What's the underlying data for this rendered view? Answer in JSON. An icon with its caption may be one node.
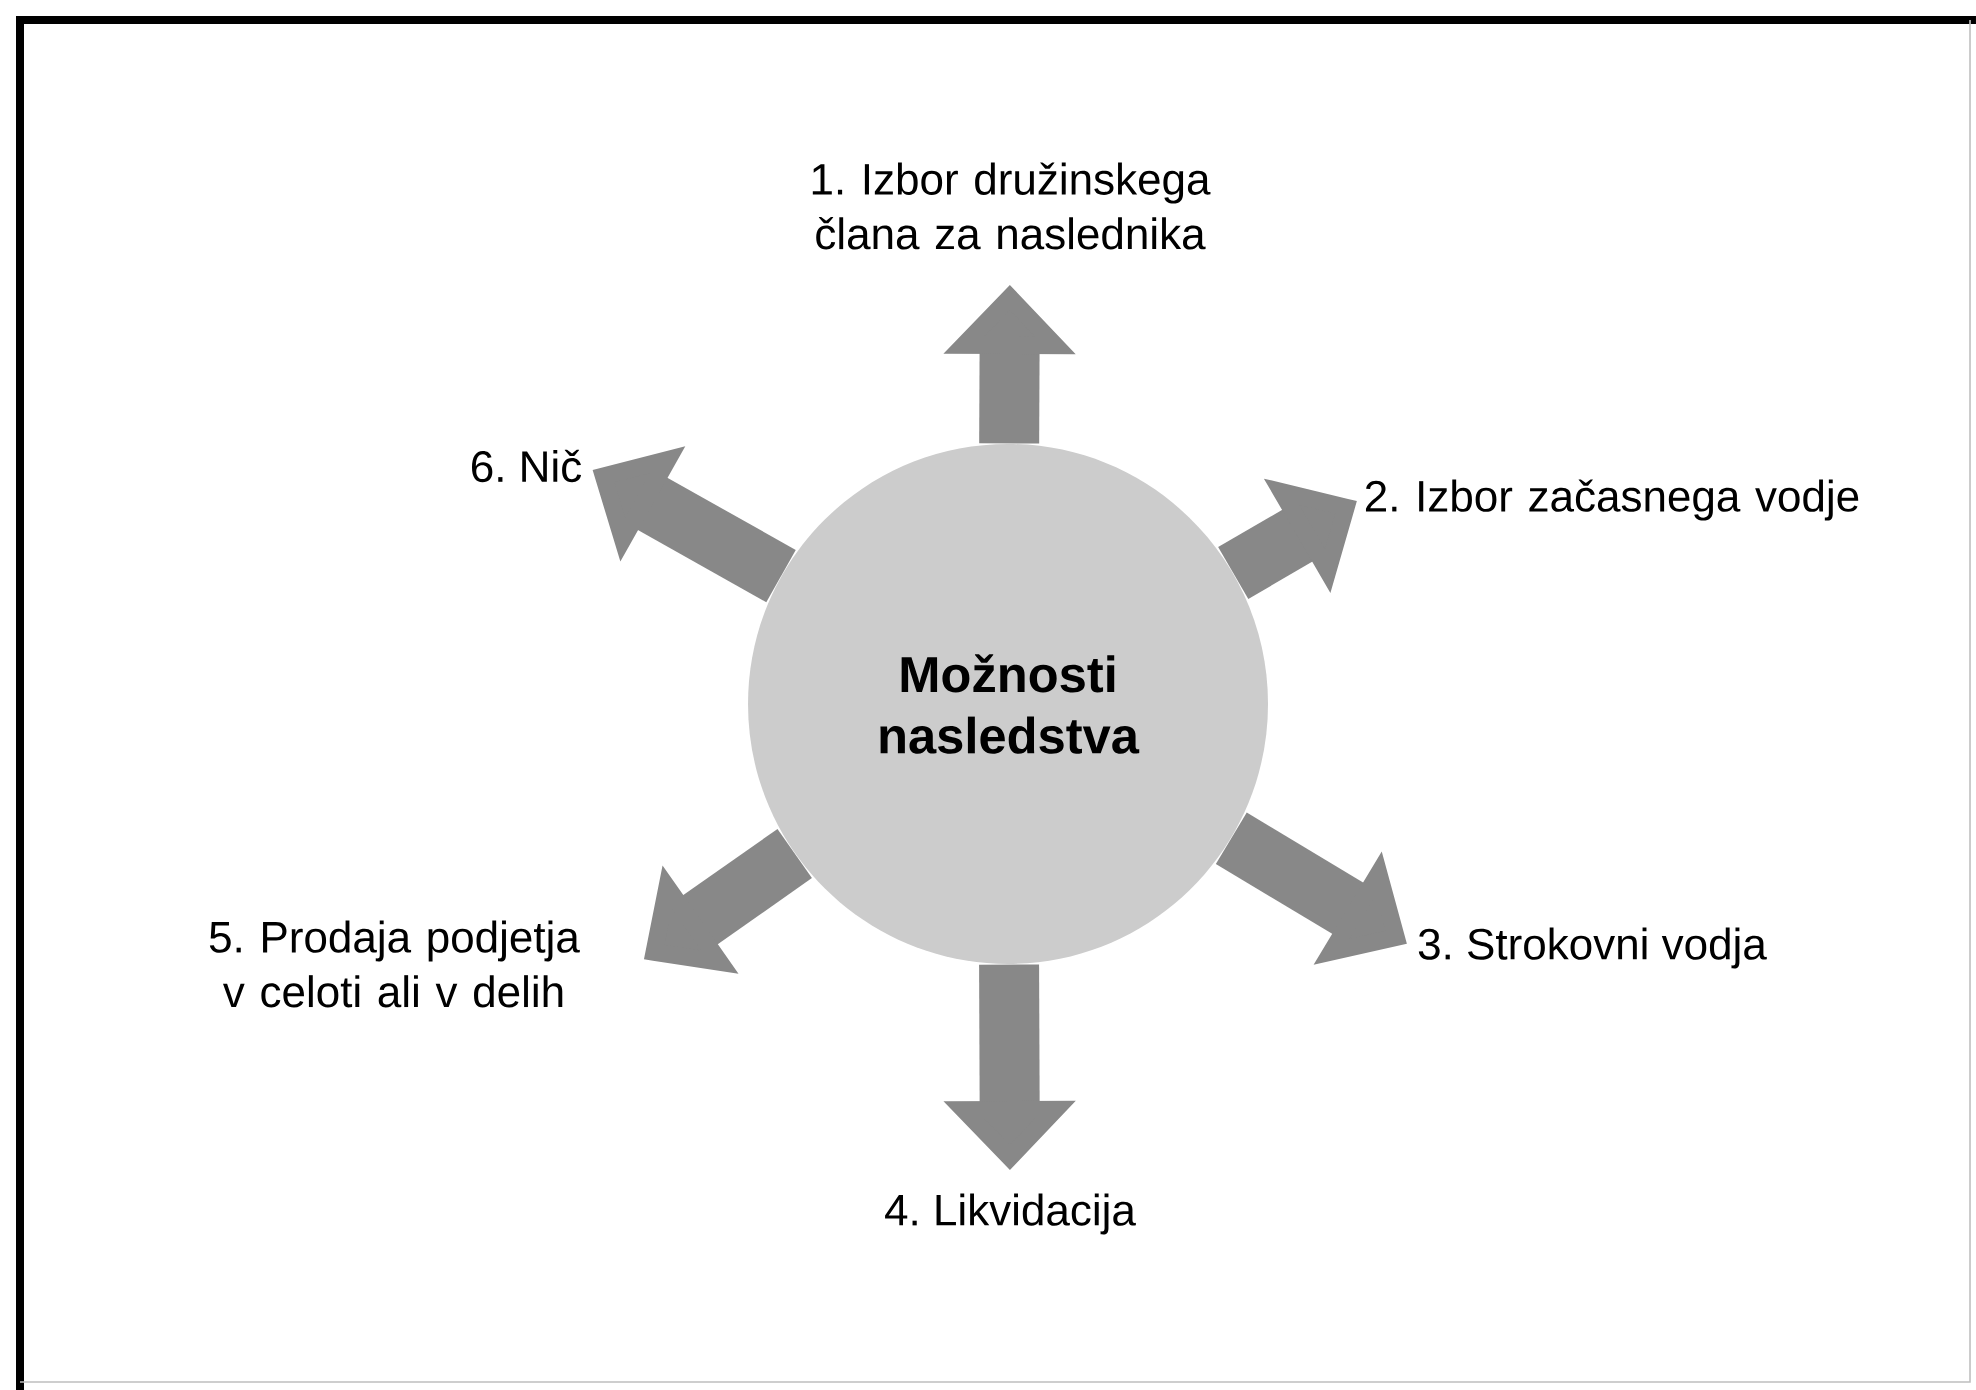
{
  "diagram": {
    "nodes": [
      {
        "text": [
          "Možnosti nasledstva"
        ]
      },
      {
        "text": [
          "1. Izbor družinskega člana za naslednika"
        ]
      },
      {
        "text": [
          "2. Izbor začasnega vodje"
        ]
      },
      {
        "text": [
          "3. Strokovni vodja"
        ]
      },
      {
        "text": [
          "4. Likvidacija"
        ]
      },
      {
        "text": [
          "5. Prodaja podjetja v celoti ali v delih"
        ]
      },
      {
        "text": [
          "6. Nič"
        ]
      }
    ],
    "edges": [
      {
        "from": 0,
        "to": 1,
        "arrow": "to"
      },
      {
        "from": 0,
        "to": 2,
        "arrow": "to"
      },
      {
        "from": 0,
        "to": 3,
        "arrow": "to"
      },
      {
        "from": 0,
        "to": 4,
        "arrow": "to"
      },
      {
        "from": 0,
        "to": 5,
        "arrow": "to"
      },
      {
        "from": 0,
        "to": 6,
        "arrow": "to"
      }
    ]
  }
}
